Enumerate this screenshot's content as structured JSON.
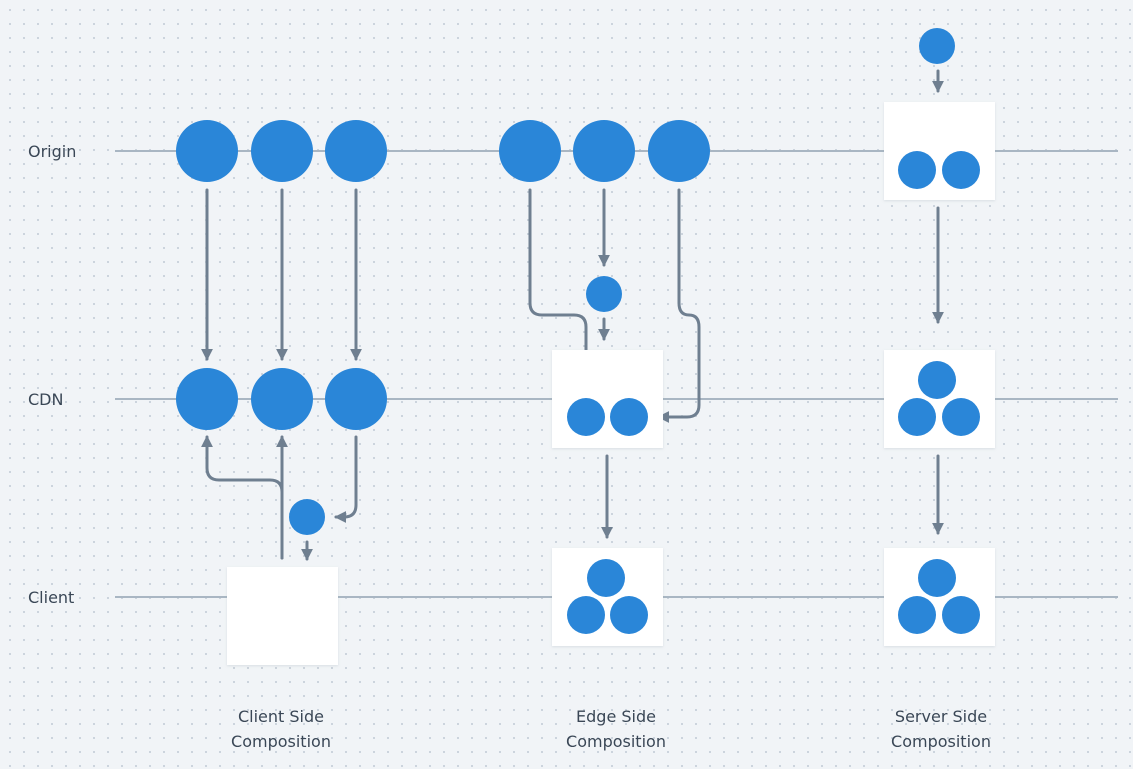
{
  "rows": [
    {
      "id": "origin",
      "label": "Origin"
    },
    {
      "id": "cdn",
      "label": "CDN"
    },
    {
      "id": "client",
      "label": "Client"
    }
  ],
  "columns": [
    {
      "id": "client-side",
      "line1": "Client Side",
      "line2": "Composition"
    },
    {
      "id": "edge-side",
      "line1": "Edge Side",
      "line2": "Composition"
    },
    {
      "id": "server-side",
      "line1": "Server Side",
      "line2": "Composition"
    }
  ],
  "colors": {
    "node": "#2a86d8",
    "arrow": "#6f7f90",
    "lane": "#a9b6c3",
    "box": "#ffffff",
    "background": "#f1f4f7"
  },
  "icons": [
    "fragment-circle",
    "composed-page-box",
    "arrow"
  ]
}
